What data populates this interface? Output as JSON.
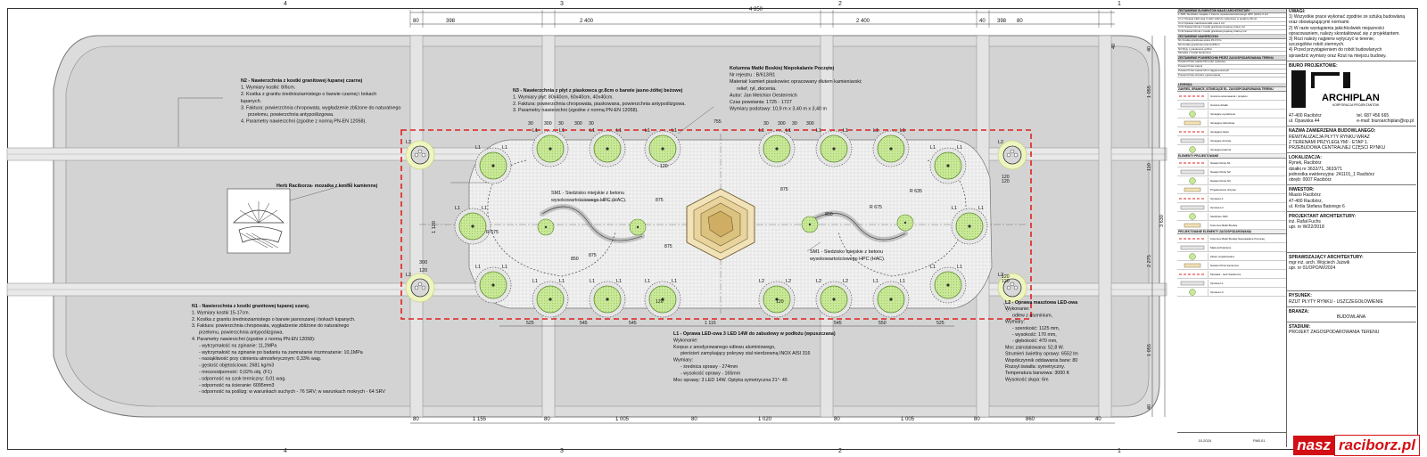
{
  "sheet": {
    "grid_top": [
      "4",
      "3",
      "2",
      "1"
    ],
    "grid_bottom": [
      "4",
      "3",
      "2",
      "1"
    ]
  },
  "dims_top": {
    "overall": "4 850",
    "parts": [
      "80",
      "398",
      "2 400",
      "2 400",
      "40",
      "398",
      "80"
    ],
    "small": [
      "40"
    ]
  },
  "dims_bottom": {
    "parts": [
      "80",
      "1 155",
      "80",
      "1 005",
      "80",
      "1 020",
      "80",
      "1 005",
      "80",
      "860",
      "40"
    ]
  },
  "dims_right": [
    "40",
    "1 055",
    "110",
    "3 630",
    "2 275",
    "1 055",
    "40"
  ],
  "dims_left": [
    "1 120",
    "300",
    "120"
  ],
  "plan_dims": [
    "30",
    "300",
    "30",
    "300",
    "30",
    "755",
    "30",
    "300",
    "30",
    "300",
    "120",
    "875",
    "875",
    "850",
    "850",
    "R 675",
    "R 675",
    "R 635",
    "875",
    "875",
    "525",
    "545",
    "545",
    "1 115",
    "545",
    "550",
    "525",
    "120",
    "120",
    "120",
    "120",
    "120",
    "120"
  ],
  "tree_labels": [
    "L1",
    "L1",
    "L1",
    "L1",
    "L1",
    "L1",
    "L1",
    "L1",
    "L1",
    "L1",
    "L1",
    "L1",
    "L1",
    "L1",
    "L1",
    "L1",
    "L1",
    "L1",
    "L1",
    "L1",
    "L1",
    "L1",
    "L1",
    "L1",
    "L1",
    "L1",
    "L1",
    "L1",
    "L2",
    "L2",
    "L2",
    "L2"
  ],
  "notes": {
    "n2": {
      "title": "N2 - Nawierzchnia z kostki granitowej łupanej czarnej",
      "lines": [
        "1. Wymiary kostki: 8/6cm.",
        "2. Kostka z granitu średnioziarnistego o barwie czarnej i bokach",
        "łupanych.",
        "3. Faktura: powierzchnia chropowata, wygładzenie zbliżone do naturalnego",
        "przełomu, powierzchnia antypoślizgowa.",
        "4. Parametry nawierzchni (zgodne z normą PN-EN 12058)."
      ]
    },
    "n3": {
      "title": "N3 - Nawierzchnia z płyt z piaskowca gr.8cm o barwie jasno-żółtej beżowej",
      "lines": [
        "1. Wymiary płyt: 80x40cm, 60x40cm, 40x40cm.",
        "2. Faktura: powierzchnia chropowata, piaskowana, powierzchnia antypoślizgowa.",
        "3. Parametry nawierzchni (zgodne z normą PN-EN 12058)."
      ]
    },
    "column": {
      "title": "Kolumna Matki Boskiej Niepokalanie Poczętej",
      "lines": [
        "Nr rejestru : B/613/91",
        "Materiał: kamień piaskowiec opracowany dłutem kamieniarski;",
        "relief, rył, złocenia.",
        "Autor: Jan Melchior Oesterreich",
        "Czas powstania: 1725 - 1727",
        "Wymiary podstawy: 10,9 m x 3,40 m x 3,40 m"
      ]
    },
    "herb": "Herb Raciborza- mozaika z kostki kamiennej",
    "sm1a": [
      "SM1 - Siedzisko miejskie  z betonu",
      "wysokowartościowego HPC (HAC)."
    ],
    "sm1b": [
      "SM1 - Siedzisko miejskie  z betonu",
      "wysokowartościowego HPC (HAC)."
    ],
    "n1": {
      "title": "N1 - Nawierzchnia z kostki granitowej łupanej szarej.",
      "lines": [
        "1. Wymiary kostki 15-17cm.",
        "2. Kostka z granitu średnioziarnistego o barwie jasnoszarej i bokach łupanych.",
        "3. Faktura: powierzchnia chropowata, wygładzenie zbliżone do naturalnego",
        "przełomu, powierzchnia antypoślizgowa.",
        "4. Parametry nawierzchni (zgodne z normą PN-EN 12058):",
        "- wytrzymałość na zginanie: 11,2MPa",
        "- wytrzymałość na zginanie po badaniu na zamrażanie /rozmrażanie: 10,1MPa",
        "- nasiąkliwość przy ciśnieniu atmosferycznym: 0,33% wag.",
        "- gęstość objętościowa: 2681 kg/m3",
        "- mrozoodporność: 0,02% obj. (F1)",
        "- odporność na szok termiczny: 0,01 wag.",
        "- odporność na ścieranie: 6095mm3",
        "- odporność na poślizg: w warunkach suchych - 76 SRV; w warunkach mokrych - 64 SRV"
      ]
    },
    "l1": {
      "title": "L1 - Oprawa LED-owa 3 LED 14W do zabudowy w podłożu (wpuszczana)",
      "lines": [
        "Wykonanie:",
        "Korpus z anodyzowanego odlewu aluminiowego,",
        "pierścień zamykający pokrywy stal nierdzewną INOX AISI 316",
        "Wymiary:",
        "- średnica oprawy - 274mm",
        "- wysokość oprawy - 165mm",
        "Moc oprawy: 3 LED 14W. Optyka symetryczna 21°- 45"
      ]
    },
    "l2": {
      "title": "L2 - Oprawa masztowa LED-owa",
      "lines": [
        "Wykonanie:",
        "odlew z aluminium,",
        "Wymiary:",
        "- szerokość: 1125 mm,",
        "- wysokość: 170 mm,",
        "- głębokość: 470 mm,",
        "Moc zainstalowana: 52,8 W.",
        "Strumień świetlny oprawy: 6552 lm",
        "Współczynnik oddawania barw: 80",
        "Rozsył światła: symetryczny.",
        "Temperatura barwowa: 3000 K",
        "Wysokość słupa: 6m"
      ]
    }
  },
  "titleblock": {
    "rev_header": "ZESTAWIENIE ELEMENTÓW MAŁEJ ARCHITEKTURY",
    "rev_rows": [
      "1  SM1  Siedzisko miejskie z betonu wysokowartościowego HPC (HAC)  2 szt.",
      "2  L1  Oprawa LED-owa 3 LED 14W do zabudowy w podłożu  28 szt.",
      "3  L2  Oprawa masztowa LED-owa  4 szt.",
      "4  N1  Nawierzchnia z kostki granitowej łupanej szarej  m2",
      "5  N2  Nawierzchnia z kostki granitowej łupanej czarnej  m2"
    ],
    "rev_header2": "ZESTAWIENIE NAWIERZCHNI",
    "rev_rows2": [
      "N1 Kostka granitowa szara 15-17cm",
      "N2 Kostka granitowa czarna 8/6cm",
      "N3 Płyty z piaskowca gr.8cm",
      "Mozaika z kostki kamiennej"
    ],
    "rev_header3": "ZESTAWIENIE POWIERZCHNI PRZEZ ZAGOSPODAROWANIA TERENU",
    "rev_rows3": [
      "Powierzchnia nawierzchni płyt rynkowej",
      "Powierzchnia zieleni",
      "Powierzchnia nawierzchni ciągów pieszych",
      "Powierzchnia obszaru opracowania"
    ],
    "legend_header": "LEGENDA",
    "legend_sub": "ZAKRES, GRANICE, ISTNIEJĄCE EL. ZAGOSPODAROWANIA TERENU",
    "legend_rows": [
      "Granica opracowania / projektu",
      "Granica działki",
      "Istniejące ogrodzenie",
      "Istniejąca zabudowa",
      "Istniejąca zieleń",
      "Istniejące drzewa",
      "Istniejąca latarnia"
    ],
    "legend_sub2": "ELEMENTY PROJEKTOWANE",
    "legend_rows2": [
      "Nawierzchnia N1",
      "Nawierzchnia N2",
      "Nawierzchnia N3",
      "Projektowane drzewa",
      "Oprawa L1",
      "Oprawa L2",
      "Siedzisko SM1",
      "Kolumna Matki Boskiej"
    ],
    "legend_sub3": "PROJEKTOWANE ELEMENTY ZAGOSPODAROWANIA",
    "legend_rows3": [
      "Kolumna Matki Boskiej Niepokalanie Poczętej",
      "Mała architektura",
      "Zieleń projektowana",
      "Nawierzchnia kamienna",
      "Mozaika - herb Raciborza",
      "Oprawa L1",
      "Oprawa L2"
    ],
    "uwagi_title": "UWAGI:",
    "uwagi": [
      "1) Wszystkie prace wykonać zgodnie ze sztuką budowlaną",
      "oraz obowiązującymi normami.",
      "2) W razie wystąpienia jakichkolwiek niejasności",
      "opracowaniem, należy skontaktować się z projektantem.",
      "3) Rozi należy najpierw wytyczyć w terenie,",
      "szczegółów robót ziemnych.",
      "4) Przed przystąpieniem do robót budowlanych",
      "sprawdzić wymiary oraz Rzut na miejscu budowy."
    ],
    "biuro": "BIURO PROJEKTOWE:",
    "firm": "ARCHIPLAN",
    "firm_sub": "KORPORACJA PROJEKTANTÓW",
    "addr1": "47-400 Racibórz",
    "addr2": "ul. Opawska 44",
    "tel": "tel. 687 456 665",
    "email": "e-mail: biuroarchiplan@op.pl",
    "nazwa_label": "NAZWA ZAMIERZENIA BUDOWLANEGO:",
    "nazwa": [
      "REWITALIZACJA PŁYTY RYNKU WRAZ",
      "Z TERENAMI PRZYLEGŁYMI - ETAP 1.",
      "PRZEBUDOWA CENTRALNEJ CZĘŚCI RYNKU"
    ],
    "lok_label": "LOKALIZACJA:",
    "lok": [
      "Rynek, Racibórz",
      "działki nr 3632/71, 3633/71",
      "jednostka ewidencyjna: 241101_1 Racibórz",
      "obręb: 0007 Racibórz"
    ],
    "inw_label": "INWESTOR:",
    "inw": [
      "Miasto Racibórz",
      "47-400 Racibórz,",
      "ul. Króla Stefana Batorego 6"
    ],
    "proj_label": "PROJEKTANT ARCHITEKTURY:",
    "proj": [
      "inż. Rafał Fuchs",
      "upr. nr W/22/2018"
    ],
    "spr_label": "SPRAWDZAJĄCY ARCHITEKTURY:",
    "spr": [
      "mgr inż. arch. Wojciech Jużwik",
      "upr. nr 01/OPO/W/2024"
    ],
    "rys_label": "RYSUNEK:",
    "rys": "RZUT PŁYTY RYNKU - USZCZEGÓŁOWIENIE",
    "branza_label": "BRANŻA:",
    "branza": "BUDOWLANA",
    "stad_label": "STADIUM:",
    "stad": "PROJEKT ZAGOSPODAROWANIA TERENU",
    "date": "10.2024",
    "num": "PAB.01"
  },
  "watermark": {
    "a": "nasz",
    "b": "raciborz.pl"
  }
}
